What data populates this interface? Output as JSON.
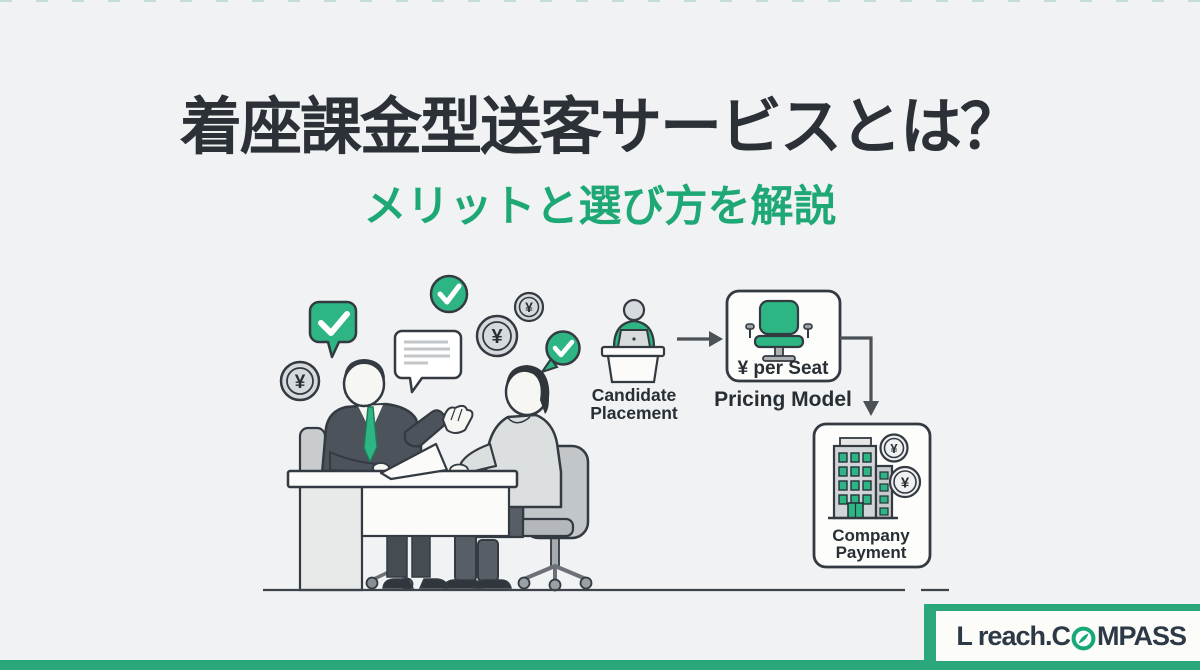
{
  "page": {
    "background": "#f0f2f3",
    "accent_green": "#2db583",
    "outline_dark": "#333a41",
    "footer_bar_color": "#2aa87b"
  },
  "header": {
    "title": "着座課金型送客サービスとは？",
    "subtitle": "メリットと選び方を解説",
    "title_color": "#2b3137",
    "subtitle_color": "#1ea875"
  },
  "diagram": {
    "coin_symbol": "¥",
    "candidate_placement": {
      "label_line1": "Candidate",
      "label_line2": "Placement"
    },
    "pricing_model": {
      "box_text": "¥ per Seat",
      "label": "Pricing Model"
    },
    "company_payment": {
      "label_line1": "Company",
      "label_line2": "Payment"
    }
  },
  "icons": {
    "checkmark": "check",
    "yen_coin": "yen-coin",
    "speech_bubble": "speech-bubble",
    "office_chair": "office-chair",
    "building": "building",
    "compass": "compass"
  },
  "footer": {
    "logo_text_before": "L reach.C",
    "logo_text_after": "MPASS",
    "logo_color": "#2d3947",
    "compass_green": "#17a878"
  }
}
